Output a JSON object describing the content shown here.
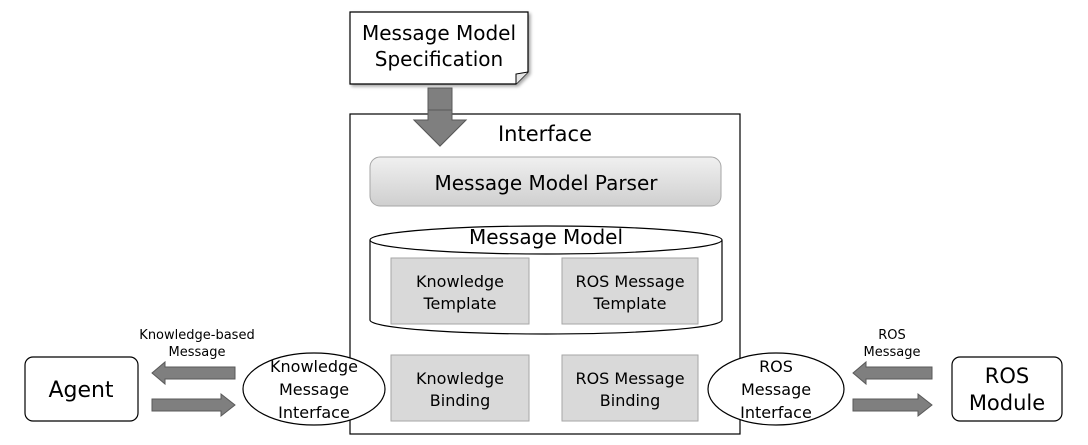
{
  "spec": {
    "line1": "Message Model",
    "line2": "Specification"
  },
  "interface": {
    "title": "Interface"
  },
  "parser": {
    "label": "Message Model Parser"
  },
  "message_model": {
    "title": "Message Model",
    "knowledge_template": {
      "line1": "Knowledge",
      "line2": "Template"
    },
    "ros_template": {
      "line1": "ROS Message",
      "line2": "Template"
    }
  },
  "knowledge_binding": {
    "line1": "Knowledge",
    "line2": "Binding"
  },
  "ros_binding": {
    "line1": "ROS Message",
    "line2": "Binding"
  },
  "knowledge_interface": {
    "line1": "Knowledge",
    "line2": "Message",
    "line3": "Interface"
  },
  "ros_interface": {
    "line1": "ROS",
    "line2": "Message",
    "line3": "Interface"
  },
  "agent": {
    "label": "Agent"
  },
  "ros_module": {
    "line1": "ROS",
    "line2": "Module"
  },
  "left_caption": {
    "line1": "Knowledge-based",
    "line2": "Message"
  },
  "right_caption": {
    "line1": "ROS",
    "line2": "Message"
  },
  "colors": {
    "box_fill": "#d9d9d9",
    "box_stroke": "#a6a6a6",
    "arrow_fill": "#7f7f7f",
    "line": "#000000"
  }
}
